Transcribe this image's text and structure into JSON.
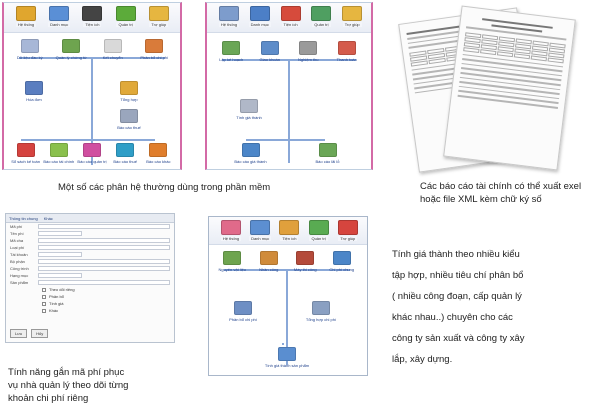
{
  "panel1": {
    "toolbar": [
      {
        "label": "Hệ thống",
        "icon": "users-icon",
        "color": "#e0a62e"
      },
      {
        "label": "Danh mục",
        "icon": "people-icon",
        "color": "#5a8fd6"
      },
      {
        "label": "Tiện ích",
        "icon": "tools-icon",
        "color": "#444444"
      },
      {
        "label": "Quản trị",
        "icon": "folder-icon",
        "color": "#5cab3a"
      },
      {
        "label": "Trợ giúp",
        "icon": "help-icon",
        "color": "#e6b640"
      }
    ],
    "row1": [
      {
        "label": "Dữ liệu đầu kỳ",
        "color": "#a7b7d7"
      },
      {
        "label": "Quản lý chứng từ",
        "color": "#6ea44f"
      },
      {
        "label": "Kết chuyển",
        "color": "#d9d9d9"
      },
      {
        "label": "Phân bổ chi phí",
        "color": "#d97b3a"
      }
    ],
    "middle": [
      {
        "label": "Hóa đơn",
        "color": "#5a7ec0"
      },
      {
        "label": "Tổng hợp",
        "color": "#e0a93a"
      },
      {
        "label": "Báo cáo thuế",
        "color": "#9aa6bd"
      }
    ],
    "bottom": [
      {
        "label": "Sổ sách kế toán",
        "color": "#d5433f"
      },
      {
        "label": "Báo cáo tài chính",
        "color": "#8ac04d"
      },
      {
        "label": "Báo cáo quản trị",
        "color": "#d04fa0"
      },
      {
        "label": "Báo cáo thuế",
        "color": "#2f9ec7"
      },
      {
        "label": "Báo cáo khác",
        "color": "#e07e2c"
      }
    ]
  },
  "panel2": {
    "toolbar": [
      {
        "label": "Hệ thống",
        "icon": "building-icon",
        "color": "#7d9ccc"
      },
      {
        "label": "Danh mục",
        "icon": "window-icon",
        "color": "#4c7fc7"
      },
      {
        "label": "Tiện ích",
        "icon": "house-icon",
        "color": "#d64b3c"
      },
      {
        "label": "Quản trị",
        "icon": "folder-icon",
        "color": "#4f9f61"
      },
      {
        "label": "Trợ giúp",
        "icon": "help-icon",
        "color": "#e6b640"
      }
    ],
    "row1": [
      {
        "label": "Lập kế hoạch",
        "color": "#6aa656"
      },
      {
        "label": "Giao khoán",
        "color": "#5d8cc9"
      },
      {
        "label": "Nghiệm thu",
        "color": "#9a9a9a"
      },
      {
        "label": "Thanh toán",
        "color": "#d45b4b"
      }
    ],
    "middle": [
      {
        "label": "Tính giá thành",
        "color": "#b0b8c8"
      }
    ],
    "bottom": [
      {
        "label": "Báo cáo giá thành",
        "color": "#4c86c8"
      },
      {
        "label": "Báo cáo lãi lỗ",
        "color": "#6aa656"
      }
    ]
  },
  "panel3": {
    "toolbar": [
      {
        "label": "Hệ thống",
        "color": "#e06a8a"
      },
      {
        "label": "Danh mục",
        "color": "#5c8fd1"
      },
      {
        "label": "Tiện ích",
        "color": "#e0a03c"
      },
      {
        "label": "Quản trị",
        "color": "#59ab52"
      },
      {
        "label": "Trợ giúp",
        "color": "#d6453e"
      }
    ],
    "row1": [
      {
        "label": "Nguyên vật liệu",
        "color": "#6ea44f"
      },
      {
        "label": "Nhân công",
        "color": "#d08b3a"
      },
      {
        "label": "Máy thi công",
        "color": "#b44a3a"
      },
      {
        "label": "Chi phí chung",
        "color": "#4c86c8"
      }
    ],
    "middle": [
      {
        "label": "Phân bổ chi phí",
        "color": "#6e8fc4"
      },
      {
        "label": "Tổng hợp chi phí",
        "color": "#8aa0c2"
      }
    ],
    "bottom": [
      {
        "label": "Tính giá thành sản phẩm",
        "color": "#5a8ed0"
      }
    ]
  },
  "form": {
    "tabs": [
      "Thông tin chung",
      "Khác"
    ],
    "fields": [
      "Mã phí",
      "Tên phí",
      "Mã cha",
      "Loại phí",
      "Tài khoản",
      "Bộ phận",
      "Công trình",
      "Hạng mục",
      "Sản phẩm"
    ],
    "checks": [
      "Theo dõi riêng",
      "Phân bổ",
      "Tính giá",
      "Khác"
    ],
    "buttons": [
      "Lưu",
      "Hủy"
    ]
  },
  "captions": {
    "panel1": "Một số các phân hệ thường dùng trong phần mềm",
    "reports": [
      "Các báo cáo tài chính có thể xuất exel",
      "hoặc file XML kèm chữ ký số"
    ],
    "form": [
      "Tính năng gắn mã phí phục",
      "vụ nhà quản lý theo dõi từng",
      "khoản chi phí riêng"
    ],
    "right": [
      "Tính giá thành theo nhiều kiểu",
      "tập hợp, nhiều tiêu chí phân bổ",
      "( nhiều công đoạn, cấp quản lý",
      "khác nhau..) chuyên cho các",
      "công ty sản xuất và công ty xây",
      "lắp, xây dựng."
    ]
  }
}
